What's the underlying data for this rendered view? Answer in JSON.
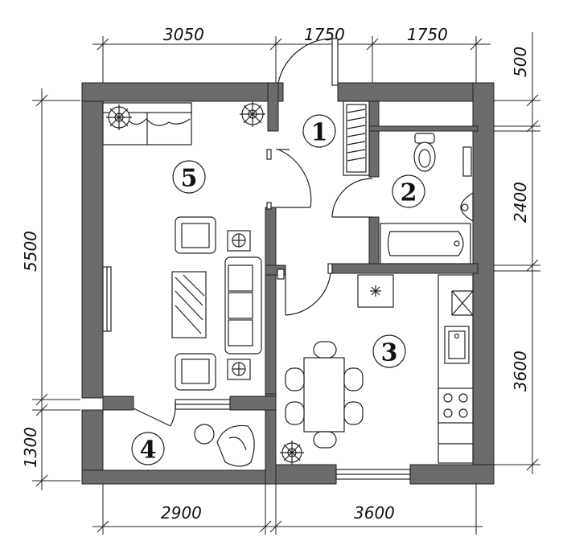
{
  "dimensions": {
    "top": [
      "3050",
      "1750",
      "1750"
    ],
    "bottom": [
      "2900",
      "3600"
    ],
    "left": [
      "5500",
      "1300"
    ],
    "right": [
      "500",
      "2400",
      "3600"
    ]
  },
  "rooms": [
    "1",
    "2",
    "3",
    "4",
    "5"
  ]
}
